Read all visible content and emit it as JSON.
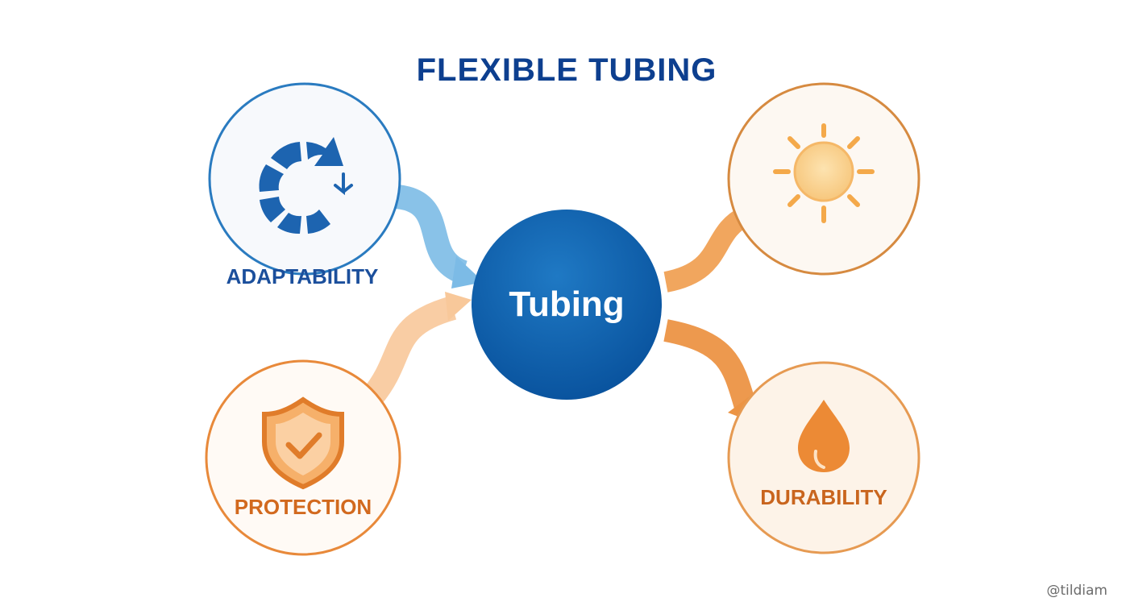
{
  "title": "FLEXIBLE TUBING",
  "center": {
    "label": "Tubing"
  },
  "nodes": {
    "adaptability": {
      "label": "ADAPTABILITY",
      "icon": "circular-arrows-icon"
    },
    "protection": {
      "label": "PROTECTION",
      "icon": "shield-check-icon"
    },
    "sun": {
      "label": "",
      "icon": "sun-icon"
    },
    "durability": {
      "label": "DURABILITY",
      "icon": "water-drop-icon"
    }
  },
  "watermark": "@tildiam",
  "colors": {
    "title": "#0d3f8f",
    "blue": "#1d64b0",
    "blue_light": "#6fb3e0",
    "center_fill": "#0a5aa8",
    "orange": "#e88a3a",
    "orange_dark": "#d97a2b",
    "orange_light": "#f6bd86",
    "label_orange": "#d2691e"
  }
}
